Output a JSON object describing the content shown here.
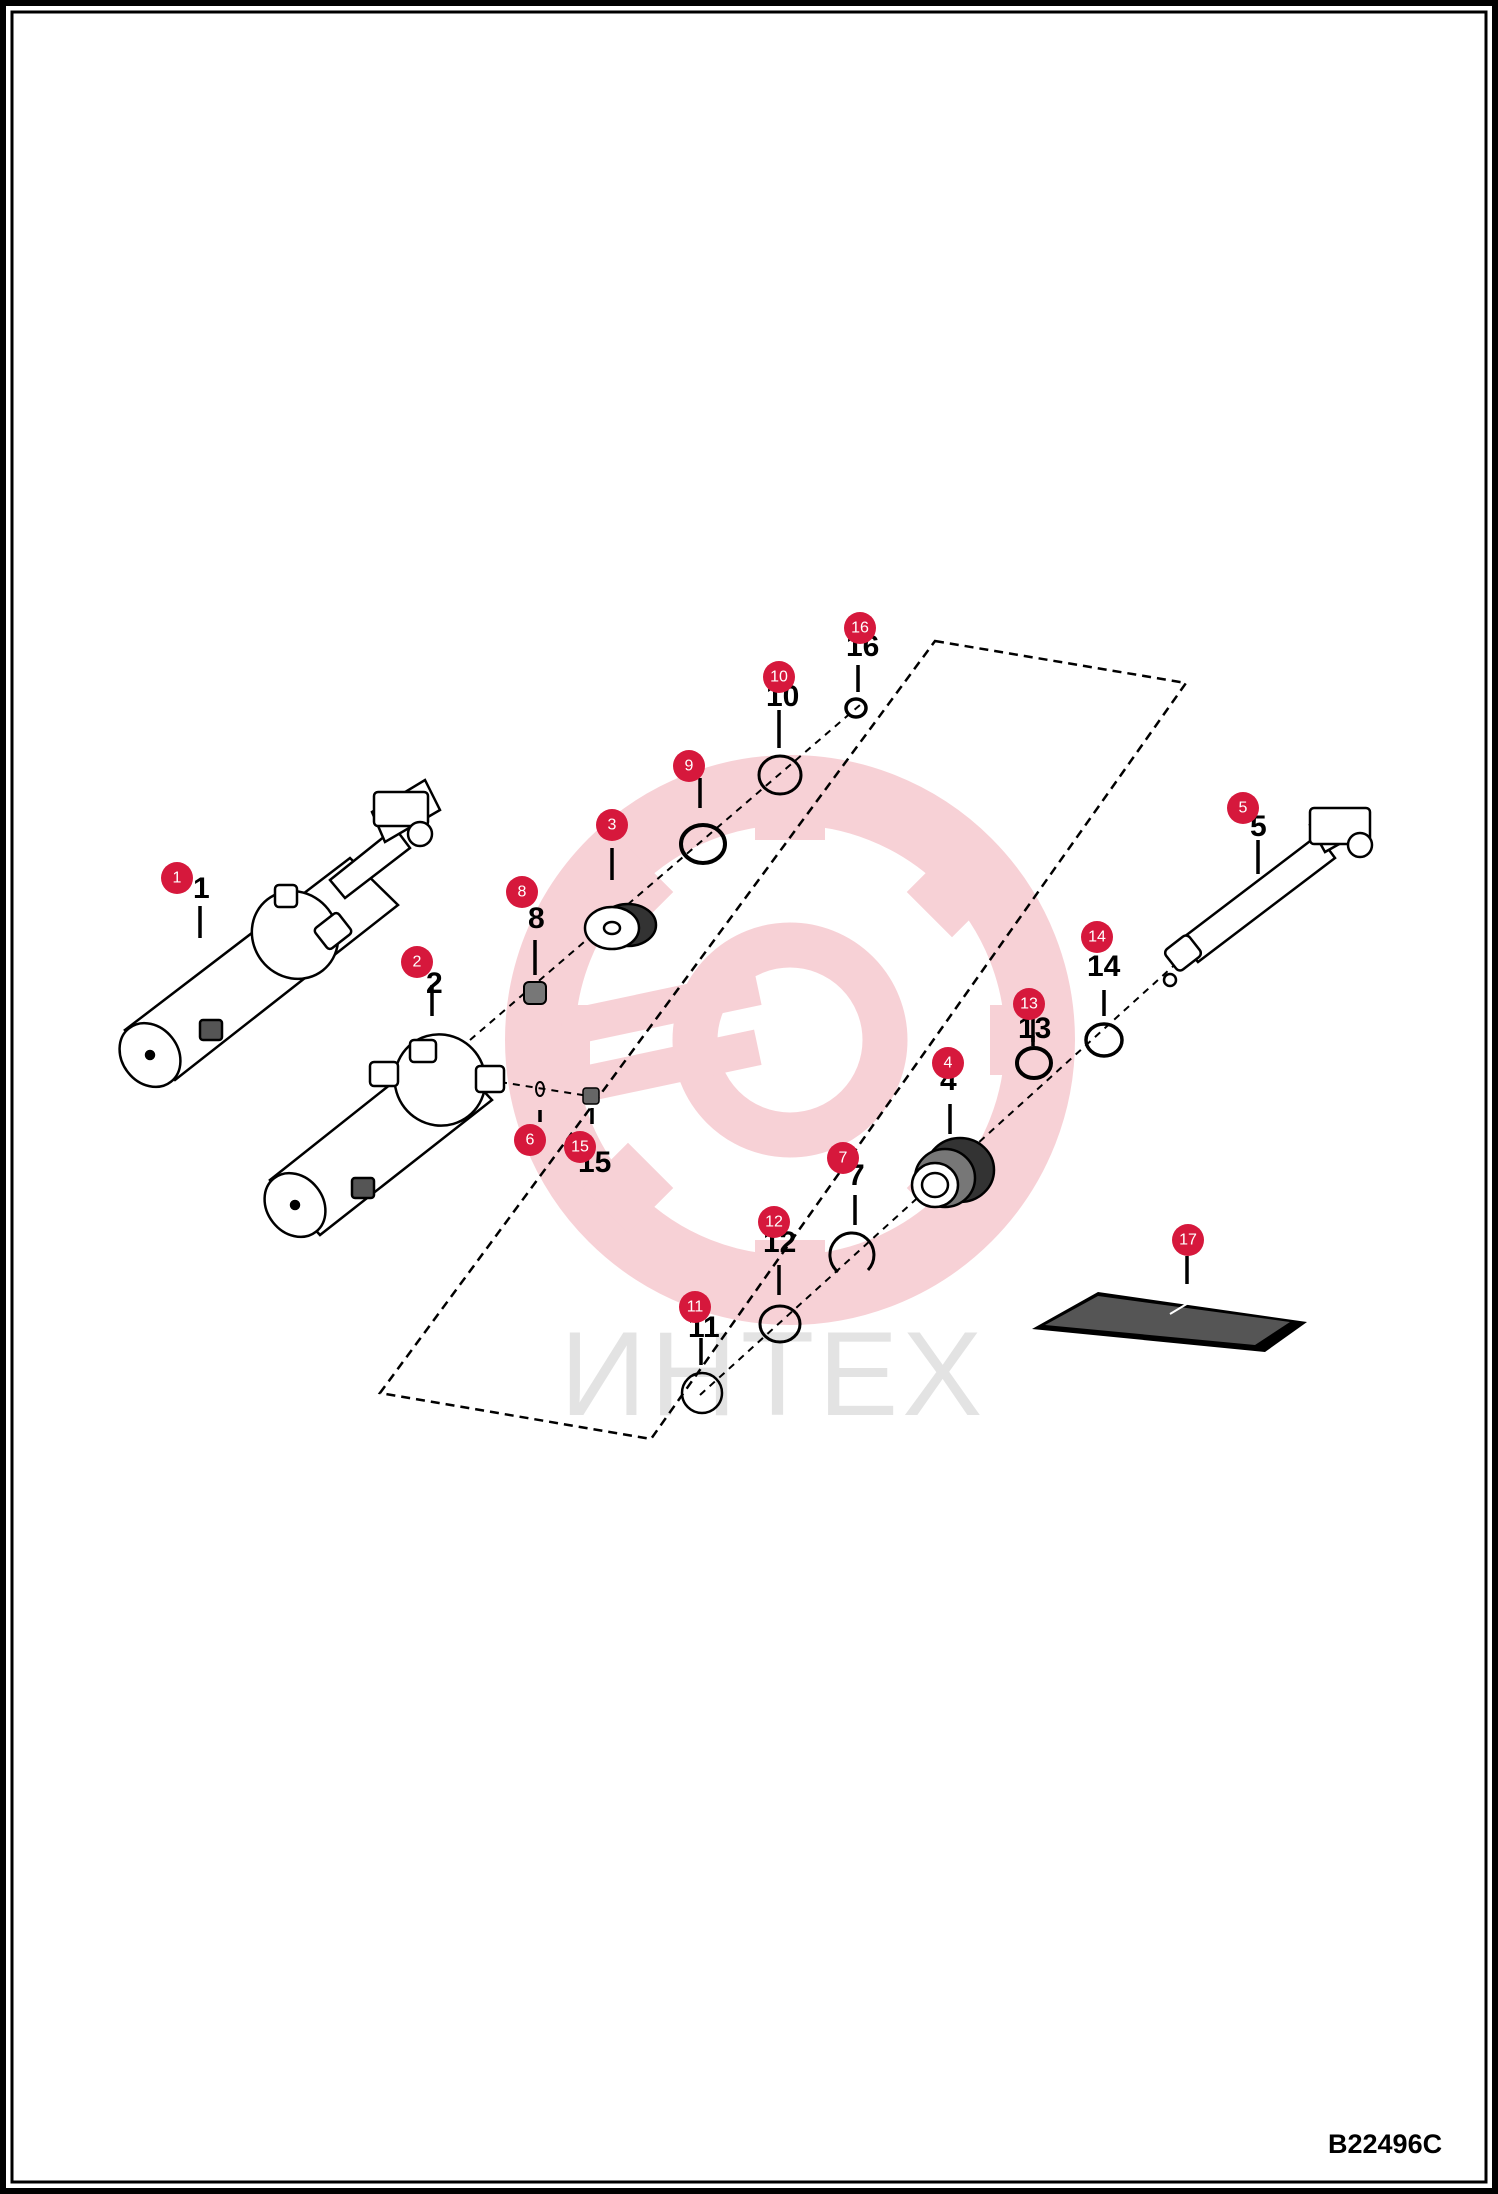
{
  "diagram": {
    "reference_code": "B22496C",
    "watermark_text": "ИНТЕХ",
    "colors": {
      "badge": "#d6183c",
      "watermark_gear": "#f6c9cf",
      "line": "#000000"
    },
    "callouts": [
      {
        "id": "1",
        "label": "1"
      },
      {
        "id": "2",
        "label": "2"
      },
      {
        "id": "3",
        "label": "3"
      },
      {
        "id": "4",
        "label": "4"
      },
      {
        "id": "5",
        "label": "5"
      },
      {
        "id": "6",
        "label": "6"
      },
      {
        "id": "7",
        "label": "7"
      },
      {
        "id": "8",
        "label": "8"
      },
      {
        "id": "9",
        "label": "9"
      },
      {
        "id": "10",
        "label": "10"
      },
      {
        "id": "11",
        "label": "11"
      },
      {
        "id": "12",
        "label": "12"
      },
      {
        "id": "13",
        "label": "13"
      },
      {
        "id": "14",
        "label": "14"
      },
      {
        "id": "15",
        "label": "15"
      },
      {
        "id": "16",
        "label": "16"
      },
      {
        "id": "17",
        "label": "17"
      }
    ],
    "part_numbers": [
      "1",
      "2",
      "8",
      "13",
      "14",
      "4",
      "5",
      "7",
      "12",
      "16",
      "10",
      "15",
      "11"
    ]
  }
}
